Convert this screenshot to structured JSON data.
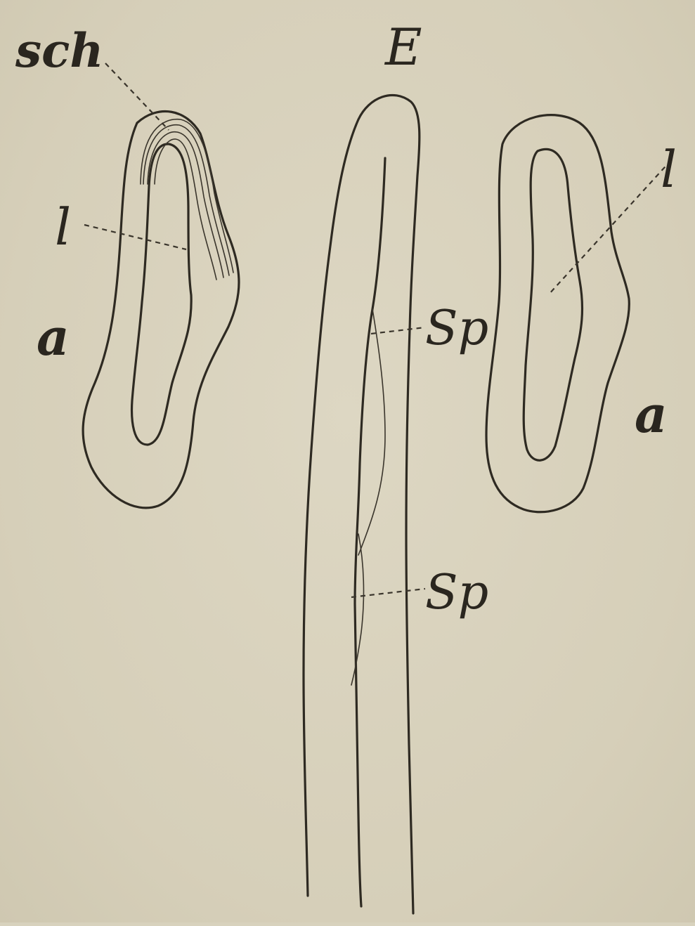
{
  "figure": {
    "labels": {
      "top_center": "E",
      "left_top": "sch",
      "left_inner": "l",
      "right_inner": "l",
      "left_outer": "a",
      "right_outer": "a",
      "upper_septum": "Sp",
      "lower_septum": "Sp"
    },
    "colors": {
      "paper": "#d8d2bd",
      "ink": "#2e2a22"
    }
  }
}
